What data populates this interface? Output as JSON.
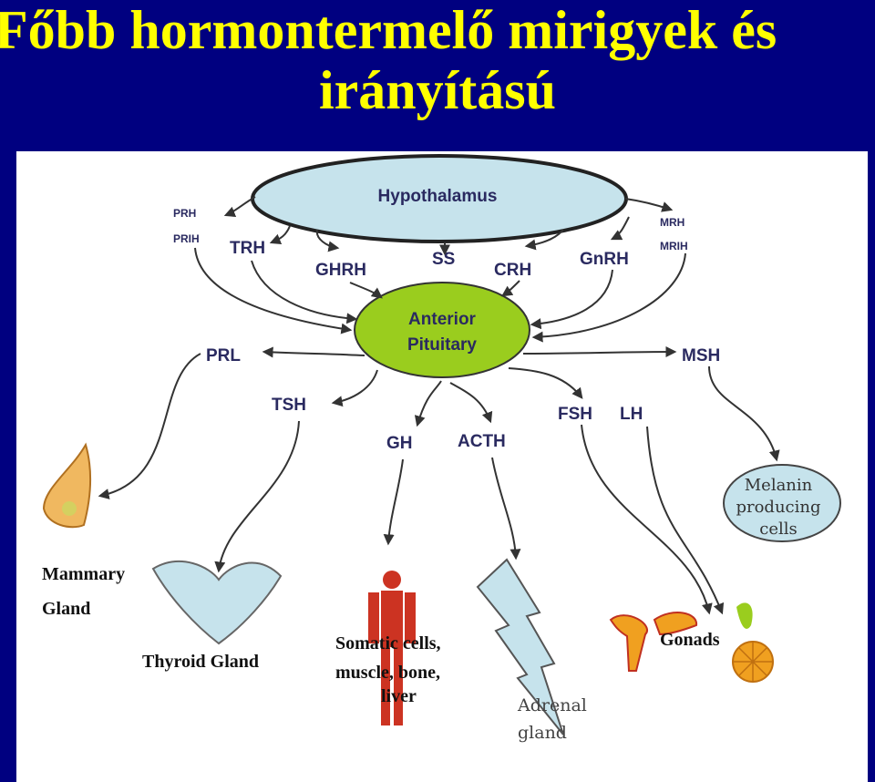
{
  "title": {
    "line1": "Főbb hormontermelő mirigyek és",
    "line2": "irányítású"
  },
  "diagram": {
    "hypothalamus": "Hypothalamus",
    "anterior_pituitary_1": "Anterior",
    "anterior_pituitary_2": "Pituitary",
    "releasing": {
      "prh": "PRH",
      "prih": "PRIH",
      "trh": "TRH",
      "ghrh": "GHRH",
      "ss": "SS",
      "crh": "CRH",
      "gnrh": "GnRH",
      "mrh": "MRH",
      "mrih": "MRIH"
    },
    "hormones": {
      "prl": "PRL",
      "msh": "MSH",
      "tsh": "TSH",
      "gh": "GH",
      "acth": "ACTH",
      "fsh": "FSH",
      "lh": "LH"
    },
    "targets": {
      "mammary_1": "Mammary",
      "mammary_2": "Gland",
      "thyroid": "Thyroid Gland",
      "somatic_1": "Somatic cells,",
      "somatic_2": "muscle, bone,",
      "somatic_3": "liver",
      "adrenal_1": "Adrenal",
      "adrenal_2": "gland",
      "melanin_1": "Melanin",
      "melanin_2": "producing",
      "melanin_3": "cells",
      "gonads": "Gonads"
    },
    "colors": {
      "background": "#000080",
      "title": "#ffff00",
      "hypothalamus_fill": "#c6e3ec",
      "pituitary_fill": "#9acd1e",
      "thyroid_fill": "#c6e3ec",
      "adrenal_fill": "#c6e3ec",
      "body_fill": "#cc3322",
      "gonad_fill": "#f0a020"
    }
  }
}
